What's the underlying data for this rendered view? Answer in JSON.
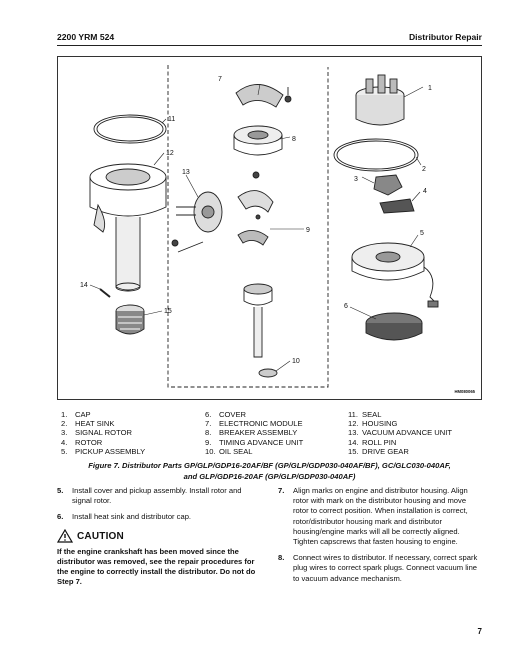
{
  "header": {
    "left": "2200 YRM 524",
    "right": "Distributor Repair"
  },
  "figure": {
    "code": "HM080065",
    "callouts": [
      "1",
      "2",
      "3",
      "4",
      "5",
      "6",
      "7",
      "8",
      "9",
      "10",
      "11",
      "12",
      "13",
      "14",
      "15"
    ]
  },
  "legend": [
    {
      "n": "1.",
      "t": "CAP"
    },
    {
      "n": "2.",
      "t": "HEAT SINK"
    },
    {
      "n": "3.",
      "t": "SIGNAL ROTOR"
    },
    {
      "n": "4.",
      "t": "ROTOR"
    },
    {
      "n": "5.",
      "t": "PICKUP ASSEMBLY"
    },
    {
      "n": "6.",
      "t": "COVER"
    },
    {
      "n": "7.",
      "t": "ELECTRONIC MODULE"
    },
    {
      "n": "8.",
      "t": "BREAKER ASSEMBLY"
    },
    {
      "n": "9.",
      "t": "TIMING ADVANCE UNIT"
    },
    {
      "n": "10.",
      "t": "OIL SEAL"
    },
    {
      "n": "11.",
      "t": "SEAL"
    },
    {
      "n": "12.",
      "t": "HOUSING"
    },
    {
      "n": "13.",
      "t": "VACUUM ADVANCE UNIT"
    },
    {
      "n": "14.",
      "t": "ROLL PIN"
    },
    {
      "n": "15.",
      "t": "DRIVE GEAR"
    }
  ],
  "caption": {
    "line1": "Figure 7. Distributor Parts GP/GLP/GDP16-20AF/BF (GP/GLP/GDP030-040AF/BF), GC/GLC030-040AF,",
    "line2": "and GLP/GDP16-20AF (GP/GLP/GDP030-040AF)"
  },
  "steps_left": [
    {
      "n": "5.",
      "t": "Install cover and pickup assembly. Install rotor and signal rotor."
    },
    {
      "n": "6.",
      "t": "Install heat sink and distributor cap."
    }
  ],
  "caution": {
    "title": "CAUTION",
    "text": "If the engine crankshaft has been moved since the distributor was removed, see the repair procedures for the engine to correctly install the distributor. Do not do Step 7."
  },
  "steps_right": [
    {
      "n": "7.",
      "t": "Align marks on engine and distributor housing. Align rotor with mark on the distributor housing and move rotor to correct position. When installation is correct, rotor/distributor housing mark and distributor housing/engine marks will all be correctly aligned. Tighten capscrews that fasten housing to engine."
    },
    {
      "n": "8.",
      "t": "Connect wires to distributor. If necessary, correct spark plug wires to correct spark plugs. Connect vacuum line to vacuum advance mechanism."
    }
  ],
  "page_number": "7"
}
